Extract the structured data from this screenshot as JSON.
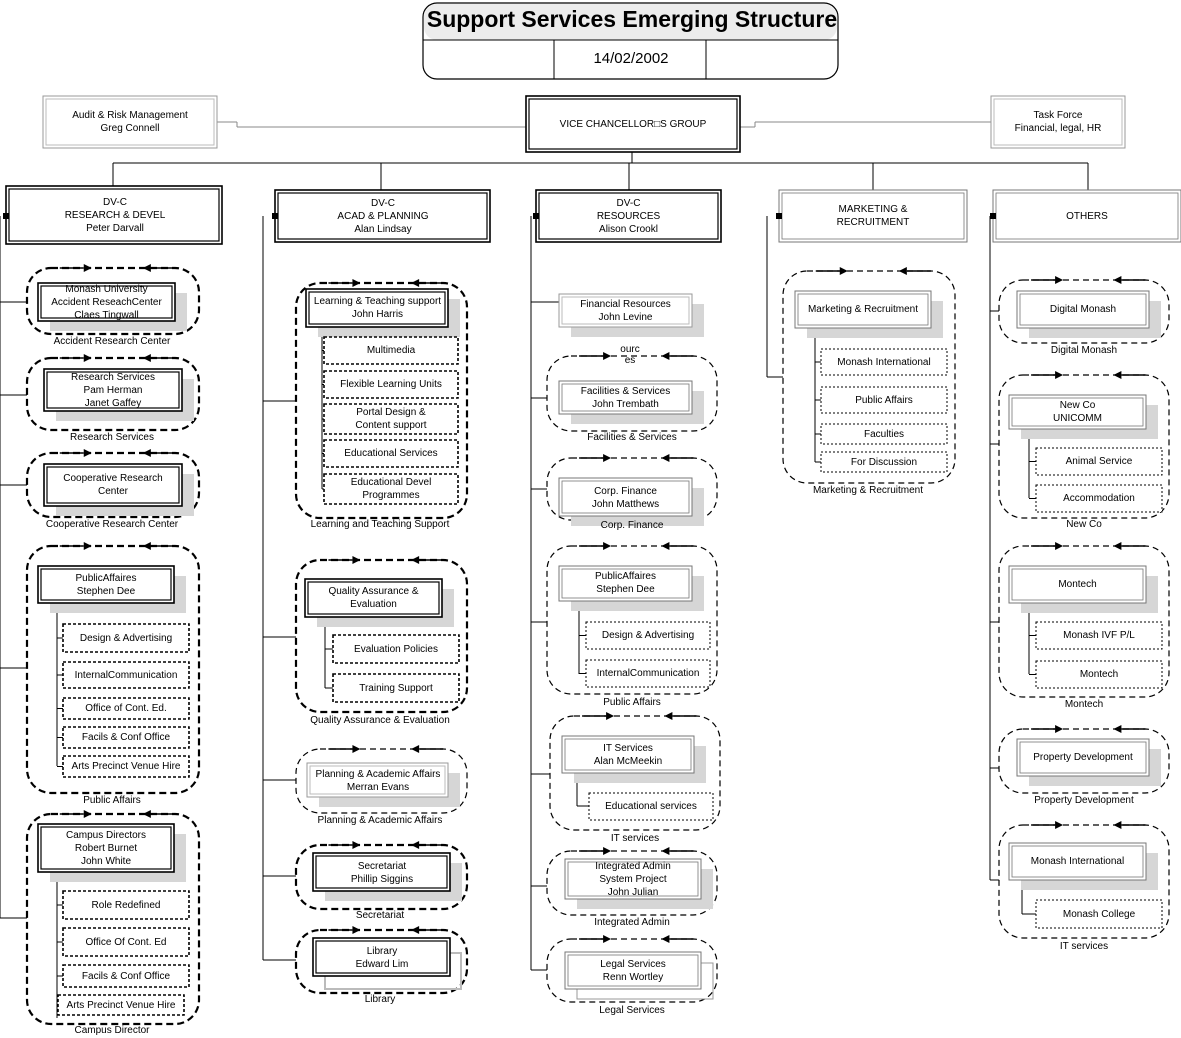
{
  "header": {
    "title": "Support Services Emerging Structure",
    "date": "14/02/2002"
  },
  "top_boxes": {
    "audit": "Audit & Risk Management\nGreg Connell",
    "vc": "VICE CHANCELLOR□S GROUP",
    "taskforce": "Task Force\nFinancial, legal, HR"
  },
  "columns": {
    "research": {
      "head": "DV-C\nRESEARCH & DEVEL\nPeter Darvall",
      "g1": {
        "main": "Monash University\nAccident ReseachCenter\nClaes Tingwall",
        "label": "Accident Research Center"
      },
      "g2": {
        "main": "Research Services\nPam Herman\nJanet Gaffey",
        "label": "Research Services"
      },
      "g3": {
        "main": "Cooperative Research\nCenter",
        "label": "Cooperative Research Center"
      },
      "g4": {
        "main": "PublicAffaires\nStephen Dee",
        "subs": [
          "Design & Advertising",
          "InternalCommunication",
          "Office of Cont. Ed.",
          "Facils & Conf Office",
          "Arts Precinct Venue Hire"
        ],
        "label": "Public Affairs"
      },
      "g5": {
        "main": "Campus Directors\nRobert Burnet\nJohn White",
        "subs": [
          "Role Redefined",
          "Office Of Cont. Ed",
          "Facils & Conf Office",
          "Arts Precinct Venue Hire"
        ],
        "label": "Campus Director"
      }
    },
    "acad": {
      "head": "DV-C\nACAD & PLANNING\nAlan Lindsay",
      "g1": {
        "main": "Learning & Teaching support\nJohn Harris",
        "subs": [
          "Multimedia",
          "Flexible Learning Units",
          "Portal Design &\nContent support",
          "Educational Services",
          "Educational Devel\nProgrammes"
        ],
        "label": "Learning and Teaching Support"
      },
      "g2": {
        "main": "Quality Assurance &\nEvaluation",
        "subs": [
          "Evaluation Policies",
          "Training Support"
        ],
        "label": "Quality Assurance & Evaluation"
      },
      "g3": {
        "main": "Planning & Academic Affairs\nMerran Evans",
        "label": "Planning & Academic Affairs"
      },
      "g4": {
        "main": "Secretariat\nPhillip Siggins",
        "label": "Secretariat"
      },
      "g5": {
        "main": "Library\nEdward Lim",
        "label": "Library"
      }
    },
    "resources": {
      "head": "DV-C\nRESOURCES\nAlison Crookl",
      "g0": {
        "main": "Financial Resources\nJohn Levine",
        "label": "ourc\nes"
      },
      "g1": {
        "main": "Facilities & Services\nJohn Trembath",
        "label": "Facilities & Services"
      },
      "g2": {
        "main": "Corp. Finance\nJohn Matthews",
        "label": "Corp. Finance"
      },
      "g3": {
        "main": "PublicAffaires\nStephen Dee",
        "subs": [
          "Design & Advertising",
          "InternalCommunication"
        ],
        "label": "Public Affairs"
      },
      "g4": {
        "main": "IT Services\nAlan McMeekin",
        "subs": [
          "Educational services"
        ],
        "label": "IT services"
      },
      "g5": {
        "main": "Integrated Admin\nSystem Project\nJohn Julian",
        "label": "Integrated Admin"
      },
      "g6": {
        "main": "Legal Services\nRenn Wortley",
        "label": "Legal Services"
      }
    },
    "marketing": {
      "head": "MARKETING &\nRECRUITMENT",
      "g1": {
        "main": "Marketing & Recruitment",
        "subs": [
          "Monash International",
          "Public Affairs",
          "Faculties",
          "For Discussion"
        ],
        "label": "Marketing & Recruitment"
      }
    },
    "others": {
      "head": "OTHERS",
      "g1": {
        "main": "Digital Monash",
        "label": "Digital Monash"
      },
      "g2": {
        "main": "New Co\nUNICOMM",
        "subs": [
          "Animal Service",
          "Accommodation"
        ],
        "label": "New Co"
      },
      "g3": {
        "main": "Montech",
        "subs": [
          "Monash IVF P/L",
          "Montech"
        ],
        "label": "Montech"
      },
      "g4": {
        "main": "Property Development",
        "label": "Property Development"
      },
      "g5": {
        "main": "Monash International",
        "subs": [
          "Monash College"
        ],
        "label": "IT services"
      }
    }
  }
}
